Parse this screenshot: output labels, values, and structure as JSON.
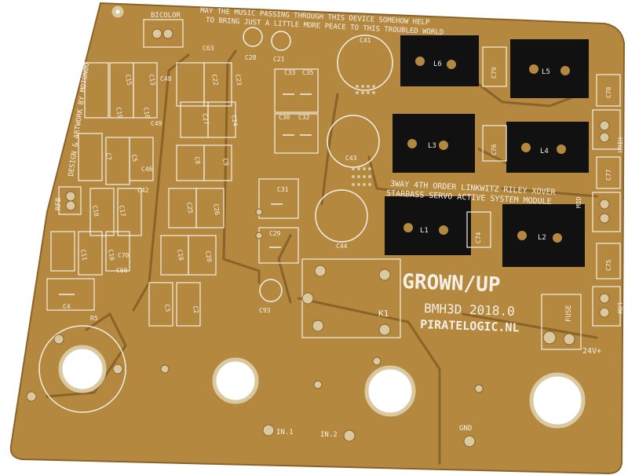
{
  "board": {
    "colors": {
      "substrate": "#b5883f",
      "copper_dark": "#8a6328",
      "silk": "#f4f0e6",
      "pad": "#d9c8a0",
      "black_inductor": "#111111",
      "hole": "#ffffff",
      "background": "#ffffff"
    },
    "texts": {
      "motto_line1": "MAY THE MUSIC PASSING THROUGH THIS DEVICE SOMEHOW HELP",
      "motto_line2": "TO BRING JUST A LITTLE MORE PEACE TO THIS TROUBLED WORLD",
      "bicolor": "BICOLOR",
      "design_credit": "DESIGN & ARTWORK BY MOTONOO",
      "xover_line1": "3WAY 4TH ORDER LINKWITZ RILEY XOVER",
      "xover_line2": "STARBASS SERVO ACTIVE SYSTEM MODULE",
      "brand": "GROWN/UP",
      "model": "BMH3D 2018.0",
      "website": "PIRATELOGIC.NL",
      "fuse": "FUSE",
      "supply": "24V+",
      "ground": "GND",
      "input1": "IN.1",
      "input2": "IN.2",
      "rfb": "RFB",
      "relay": "K1",
      "high": "HIGH",
      "mid": "MID",
      "low": "LOW"
    },
    "inductors": [
      "L1",
      "L2",
      "L3",
      "L4",
      "L5",
      "L6"
    ],
    "capacitor_labels": {
      "c4": "C4",
      "c5": "C5",
      "c8": "C8",
      "c9": "C9",
      "c10": "C10",
      "c11": "C11",
      "c13": "C13",
      "c15": "C15",
      "c16": "C16",
      "c17": "C17",
      "c18": "C18",
      "c19": "C19",
      "c20": "C20",
      "c21": "C21",
      "c22": "C22",
      "c23": "C23",
      "c24": "C24",
      "c25": "C25",
      "c26": "C26",
      "c27": "C27",
      "c28": "C28",
      "c29": "C29",
      "c30": "C30",
      "c31": "C31",
      "c32": "C32",
      "c33": "C33",
      "c35": "C35",
      "c41": "C41",
      "c42": "C42",
      "c43": "C43",
      "c44": "C44",
      "c46": "C46",
      "c48": "C48",
      "c49": "C49",
      "c60": "C60",
      "c63": "C63",
      "c70": "C70",
      "c74": "C74",
      "c75": "C75",
      "c76": "C76",
      "c77": "C77",
      "c78": "C78",
      "c79": "C79",
      "c93": "C93",
      "c3": "C3",
      "c7": "C7",
      "c2": "C2"
    },
    "resistor_labels": {
      "r5": "R5"
    }
  }
}
